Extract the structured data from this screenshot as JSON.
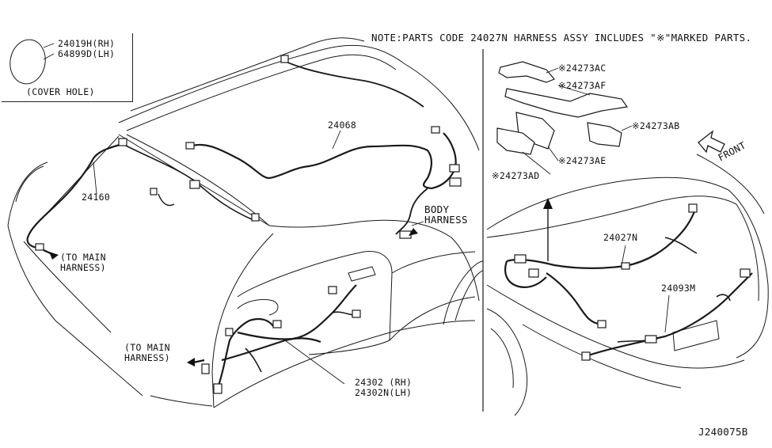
{
  "note": "NOTE:PARTS CODE 24027N HARNESS ASSY INCLUDES \"※\"MARKED PARTS.",
  "legend": {
    "rh_code": "24019H(RH)",
    "lh_code": "64899D(LH)",
    "caption": "(COVER HOLE)"
  },
  "labels": {
    "p24068": "24068",
    "p24160": "24160",
    "to_main_harness_1": "(TO MAIN\nHARNESS)",
    "to_main_harness_2": "(TO MAIN\nHARNESS)",
    "body_harness": "BODY\nHARNESS",
    "p24302": "24302 (RH)\n24302N(LH)",
    "p24273AC": "※24273AC",
    "p24273AF": "※24273AF",
    "p24273AB": "※24273AB",
    "p24273AE": "※24273AE",
    "p24273AD": "※24273AD",
    "front": "FRONT",
    "p24027N": "24027N",
    "p24093M": "24093M",
    "diagram_id": "J240075B"
  }
}
